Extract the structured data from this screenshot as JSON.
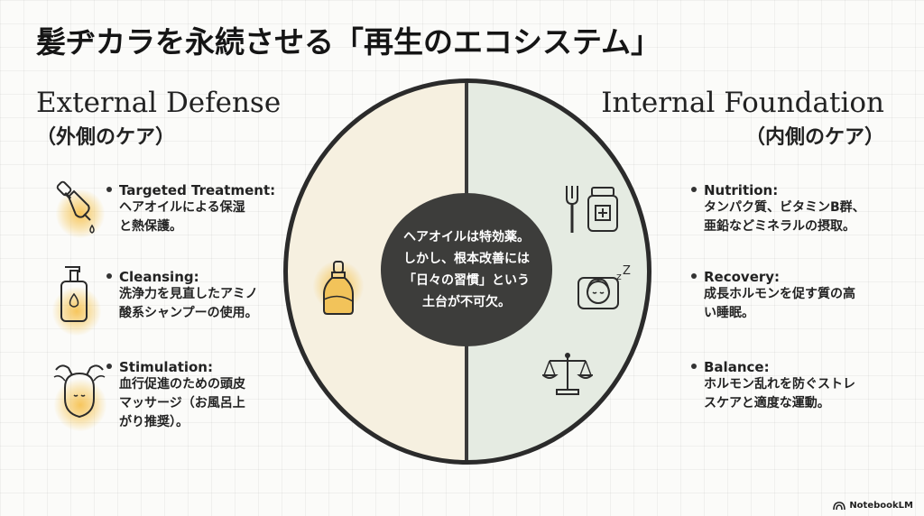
{
  "title": "髪ヂカラを永続させる「再生のエコシステム」",
  "left": {
    "heading": "External Defense",
    "subheading": "（外側のケア）",
    "items": [
      {
        "label": "Targeted Treatment:",
        "lines": [
          "ヘアオイルによる保湿",
          "と熱保護。"
        ],
        "icon": "dropper-icon"
      },
      {
        "label": "Cleansing:",
        "lines": [
          "洗浄力を見直したアミノ",
          "酸系シャンプーの使用。"
        ],
        "icon": "pump-bottle-icon"
      },
      {
        "label": "Stimulation:",
        "lines": [
          "血行促進のための頭皮",
          "マッサージ（お風呂上",
          "がり推奨）。"
        ],
        "icon": "scalp-massage-icon"
      }
    ]
  },
  "right": {
    "heading": "Internal Foundation",
    "subheading": "（内側のケア）",
    "items": [
      {
        "label": "Nutrition:",
        "lines": [
          "タンパク質、ビタミンB群、",
          "亜鉛などミネラルの摂取。"
        ],
        "icon": "supplement-bottle-icon"
      },
      {
        "label": "Recovery:",
        "lines": [
          "成長ホルモンを促す質の高",
          "い睡眠。"
        ],
        "icon": "sleeping-face-icon"
      },
      {
        "label": "Balance:",
        "lines": [
          "ホルモン乱れを防ぐストレ",
          "スケアと適度な運動。"
        ],
        "icon": "balance-scale-icon"
      }
    ],
    "fork_icon": "fork-icon",
    "oil_icon": "oil-bottle-icon"
  },
  "center": {
    "lines": [
      "ヘアオイルは特効薬。",
      "しかし、根本改善には",
      "「日々の習慣」という",
      "土台が不可欠。"
    ]
  },
  "brand": "NotebookLM",
  "colors": {
    "left_half": "#f6f0e0",
    "right_half": "#e5ebe2",
    "center_disc": "#3d3d3b",
    "accent_glow": "#f5b428"
  }
}
